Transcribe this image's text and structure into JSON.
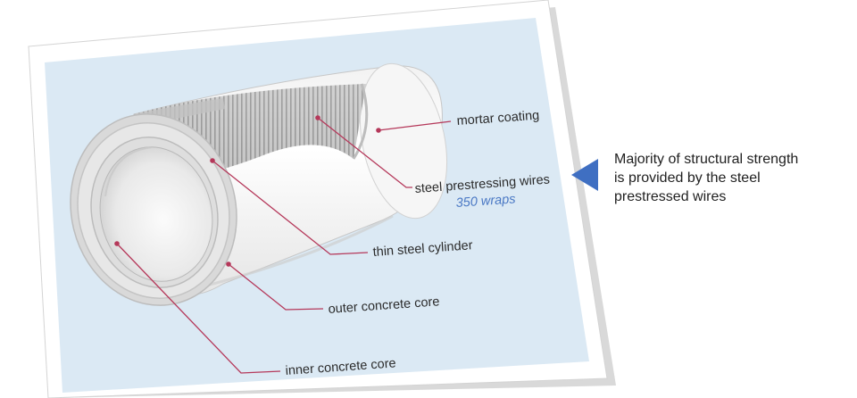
{
  "diagram": {
    "labels": {
      "mortar_coating": "mortar coating",
      "steel_prestressing_wires": "steel prestressing wires",
      "wraps": "350 wraps",
      "thin_steel_cylinder": "thin steel cylinder",
      "outer_concrete_core": "outer concrete core",
      "inner_concrete_core": "inner concrete core"
    },
    "colors": {
      "panel_background": "#dbe9f4",
      "leader_line": "#b5385a",
      "wraps_text": "#4a78c4",
      "arrow": "#3f6fc2"
    }
  },
  "note": {
    "lines": [
      "Majority of structural strength",
      "is provided by the steel",
      "prestressed wires"
    ]
  }
}
